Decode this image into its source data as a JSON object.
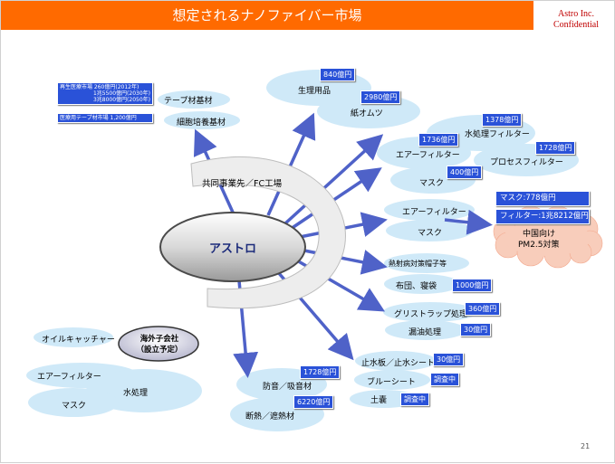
{
  "header": {
    "title": "想定されるナノファイバー市場",
    "logo_line1": "Astro Inc.",
    "logo_line2": "Confidential"
  },
  "page_number": "21",
  "center_label": "アストロ",
  "ring_label": "共同事業先／FC工場",
  "subsidiary": {
    "line1": "海外子会社",
    "line2": "（設立予定）"
  },
  "tape": {
    "box1_lines": [
      "再生医療市場 260億円(2012年)",
      "1兆5500億円(2030年)",
      "3兆8000億円(2050年)"
    ],
    "box2": "医療用テープ材市場 1,200億円",
    "item1": "テープ材基材",
    "item2": "細胞培養基材"
  },
  "nodes": {
    "seiri": "生理用品",
    "seiri_amt": "840億円",
    "omutsu": "紙オムツ",
    "omutsu_amt": "2980億円",
    "mizu_filter": "水処理フィルター",
    "mizu_filter_amt": "1378億円",
    "air_filter1": "エアーフィルター",
    "air_filter1_amt": "1736億円",
    "process_filter": "プロセスフィルター",
    "process_filter_amt": "1728億円",
    "mask1": "マスク",
    "mask1_amt": "400億円",
    "air_filter2": "エアーフィルター",
    "mask2": "マスク",
    "china_mask": "マスク:778億円",
    "china_filter": "フィルター:1兆8212億円",
    "china_line1": "中国向け",
    "china_line2": "PM2.5対策",
    "netsu": "熱射病対策帽子等",
    "futon": "布団、寝袋",
    "futon_amt": "1000億円",
    "grease": "グリストラップ処理",
    "grease_amt": "360億円",
    "oil_leak": "漏油処理",
    "oil_leak_amt": "30億円",
    "shisui": "止水板／止水シート",
    "shisui_amt": "30億円",
    "blue": "ブルーシート",
    "blue_amt": "調査中",
    "donou": "土嚢",
    "donou_amt": "調査中",
    "boon": "防音／吸音材",
    "boon_amt": "1728億円",
    "dannetsu": "断熱／遮熱材",
    "dannetsu_amt": "6220億円",
    "oil_catcher": "オイルキャッチャー",
    "ow_air": "エアーフィルター",
    "ow_water": "水処理",
    "ow_mask": "マスク"
  }
}
